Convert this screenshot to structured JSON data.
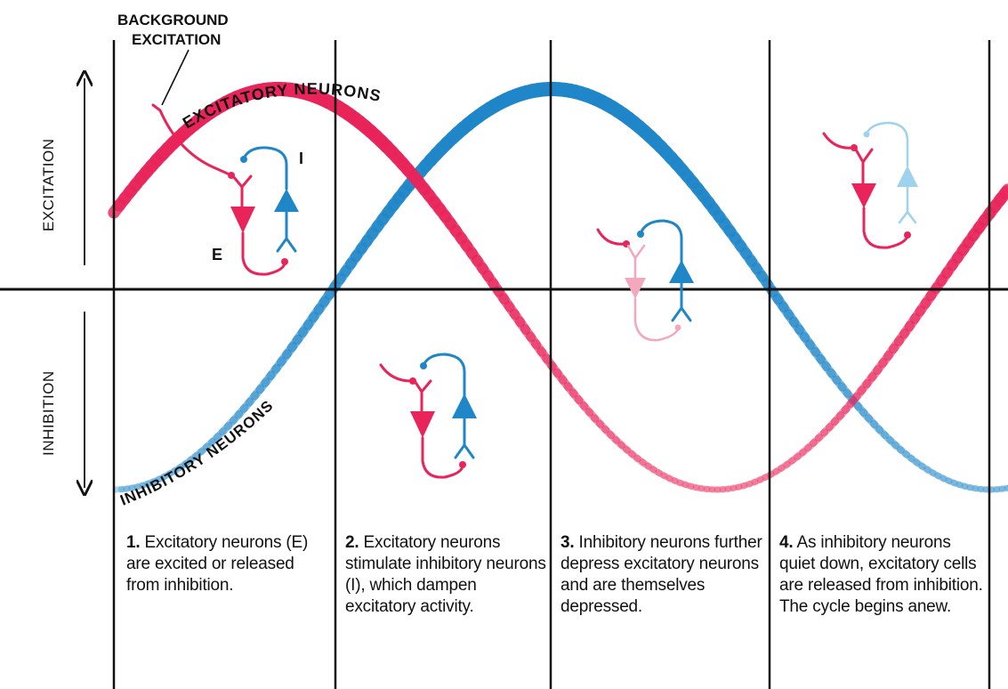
{
  "labels": {
    "background_excitation_line1": "BACKGROUND",
    "background_excitation_line2": "EXCITATION",
    "excitatory_curve": "EXCITATORY NEURONS",
    "inhibitory_curve": "INHIBITORY NEURONS",
    "axis_up": "EXCITATION",
    "axis_down": "INHIBITION",
    "neuron_e": "E",
    "neuron_i": "I"
  },
  "colors": {
    "excitatory": "#e8245a",
    "inhibitory": "#1f86c8",
    "text": "#111111"
  },
  "captions": [
    {
      "number": "1.",
      "text": "Excitatory neurons (E) are excited or released from inhibition."
    },
    {
      "number": "2.",
      "text": "Excitatory neurons stimulate inhibitory neurons (I), which dampen excitatory activity."
    },
    {
      "number": "3.",
      "text": "Inhibitory neurons further depress excitatory neurons and are themselves depressed."
    },
    {
      "number": "4.",
      "text": "As inhibitory neurons quiet down, excitatory cells are released from inhibition. The cycle begins anew."
    }
  ]
}
